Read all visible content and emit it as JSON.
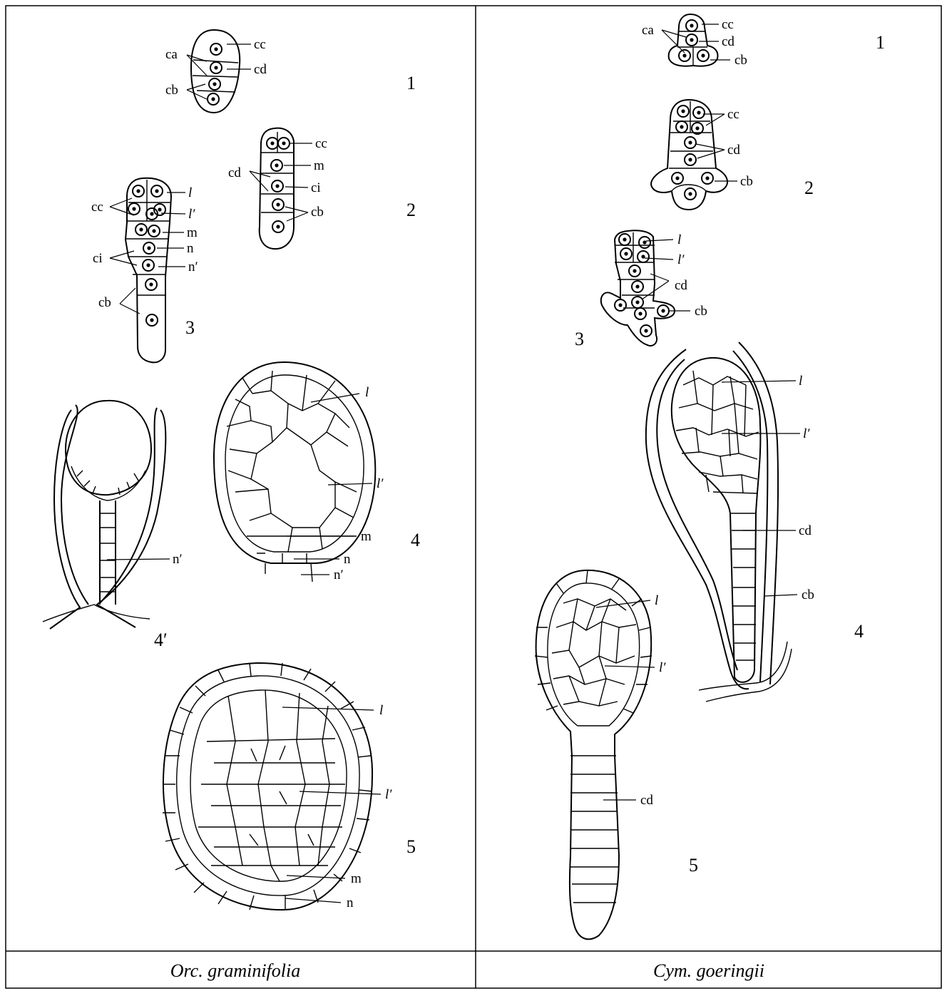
{
  "left_panel": {
    "caption": "Orc. graminifolia",
    "stage_numbers": [
      "1",
      "2",
      "3",
      "4",
      "4′",
      "5"
    ],
    "fig1_labels": [
      "ca",
      "cc",
      "cd",
      "cb"
    ],
    "fig2_labels": [
      "cc",
      "m",
      "cd",
      "ci",
      "cb"
    ],
    "fig3_labels": [
      "l",
      "cc",
      "l′",
      "m",
      "n",
      "ci",
      "n′",
      "cb"
    ],
    "fig4_labels": [
      "l",
      "l′",
      "m",
      "n",
      "n′"
    ],
    "fig4p_labels": [
      "n′"
    ],
    "fig5_labels": [
      "l",
      "l′",
      "m",
      "n"
    ]
  },
  "right_panel": {
    "caption": "Cym. goeringii",
    "stage_numbers": [
      "1",
      "2",
      "3",
      "4",
      "5"
    ],
    "fig1_labels": [
      "cc",
      "ca",
      "cd",
      "cb"
    ],
    "fig2_labels": [
      "cc",
      "cd",
      "cb"
    ],
    "fig3_labels": [
      "l",
      "l′",
      "cd",
      "cb"
    ],
    "fig4_labels": [
      "l",
      "l′",
      "cd",
      "cb"
    ],
    "fig5_labels": [
      "l",
      "l′",
      "cd"
    ]
  }
}
